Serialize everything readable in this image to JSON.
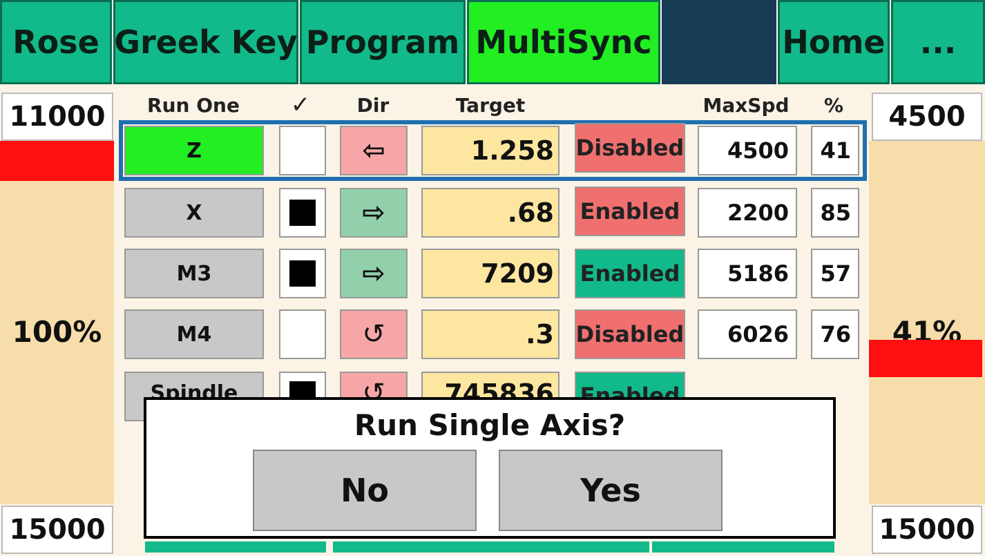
{
  "tabs": [
    "Rose",
    "Greek Key",
    "Program",
    "MultiSync",
    "",
    "Home",
    "..."
  ],
  "left": {
    "top_value": "11000",
    "percent": "100%",
    "bottom_value": "15000"
  },
  "right": {
    "top_value": "4500",
    "percent": "41%",
    "bottom_value": "15000"
  },
  "headers": {
    "run_one": "Run One",
    "check": "✓",
    "dir": "Dir",
    "target": "Target",
    "maxspd": "MaxSpd",
    "pct": "%"
  },
  "rows": [
    {
      "axis": "Z",
      "checked": false,
      "dir": "⇦",
      "target": "1.258",
      "status": "Disabled",
      "maxspd": "4500",
      "pct": "41"
    },
    {
      "axis": "X",
      "checked": true,
      "dir": "⇨",
      "target": ".68",
      "status": "Enabled",
      "maxspd": "2200",
      "pct": "85"
    },
    {
      "axis": "M3",
      "checked": true,
      "dir": "⇨",
      "target": "7209",
      "status": "Enabled",
      "maxspd": "5186",
      "pct": "57"
    },
    {
      "axis": "M4",
      "checked": false,
      "dir": "↺",
      "target": ".3",
      "status": "Disabled",
      "maxspd": "6026",
      "pct": "76"
    },
    {
      "axis": "Spindle",
      "checked": true,
      "dir": "↺",
      "target": "745836",
      "status": "Enabled"
    }
  ],
  "dialog": {
    "title": "Run Single Axis?",
    "no": "No",
    "yes": "Yes"
  },
  "colors": {
    "tab": "#12b98a",
    "active_tab": "#22ee22",
    "selected_row": "#1f6fb0",
    "red": "#ff0f0f"
  }
}
